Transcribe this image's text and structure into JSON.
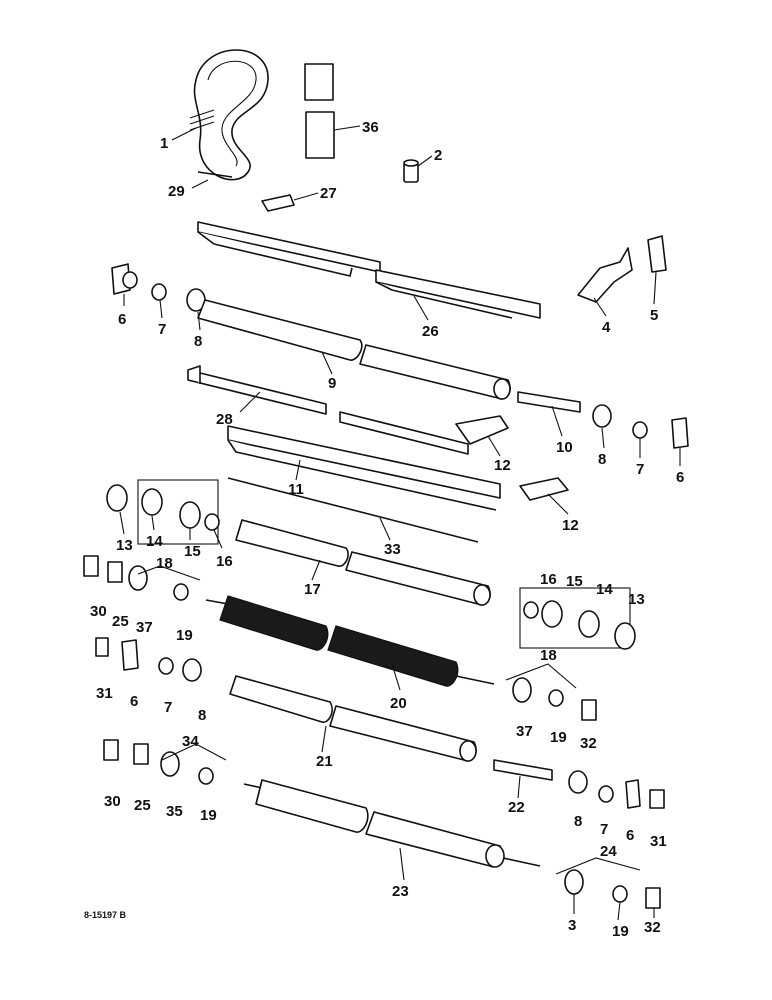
{
  "drawing_number": "8-15197 B",
  "callouts": [
    {
      "label": "1"
    },
    {
      "label": "36"
    },
    {
      "label": "2"
    },
    {
      "label": "29"
    },
    {
      "label": "27"
    },
    {
      "label": "6"
    },
    {
      "label": "7"
    },
    {
      "label": "8"
    },
    {
      "label": "26"
    },
    {
      "label": "4"
    },
    {
      "label": "5"
    },
    {
      "label": "9"
    },
    {
      "label": "28"
    },
    {
      "label": "10"
    },
    {
      "label": "12"
    },
    {
      "label": "8"
    },
    {
      "label": "7"
    },
    {
      "label": "6"
    },
    {
      "label": "11"
    },
    {
      "label": "12"
    },
    {
      "label": "13"
    },
    {
      "label": "14"
    },
    {
      "label": "15"
    },
    {
      "label": "16"
    },
    {
      "label": "33"
    },
    {
      "label": "18"
    },
    {
      "label": "30"
    },
    {
      "label": "25"
    },
    {
      "label": "37"
    },
    {
      "label": "19"
    },
    {
      "label": "17"
    },
    {
      "label": "16"
    },
    {
      "label": "15"
    },
    {
      "label": "14"
    },
    {
      "label": "13"
    },
    {
      "label": "31"
    },
    {
      "label": "6"
    },
    {
      "label": "7"
    },
    {
      "label": "8"
    },
    {
      "label": "20"
    },
    {
      "label": "18"
    },
    {
      "label": "37"
    },
    {
      "label": "19"
    },
    {
      "label": "32"
    },
    {
      "label": "34"
    },
    {
      "label": "21"
    },
    {
      "label": "30"
    },
    {
      "label": "25"
    },
    {
      "label": "35"
    },
    {
      "label": "19"
    },
    {
      "label": "22"
    },
    {
      "label": "8"
    },
    {
      "label": "7"
    },
    {
      "label": "6"
    },
    {
      "label": "31"
    },
    {
      "label": "24"
    },
    {
      "label": "23"
    },
    {
      "label": "3"
    },
    {
      "label": "19"
    },
    {
      "label": "32"
    }
  ]
}
